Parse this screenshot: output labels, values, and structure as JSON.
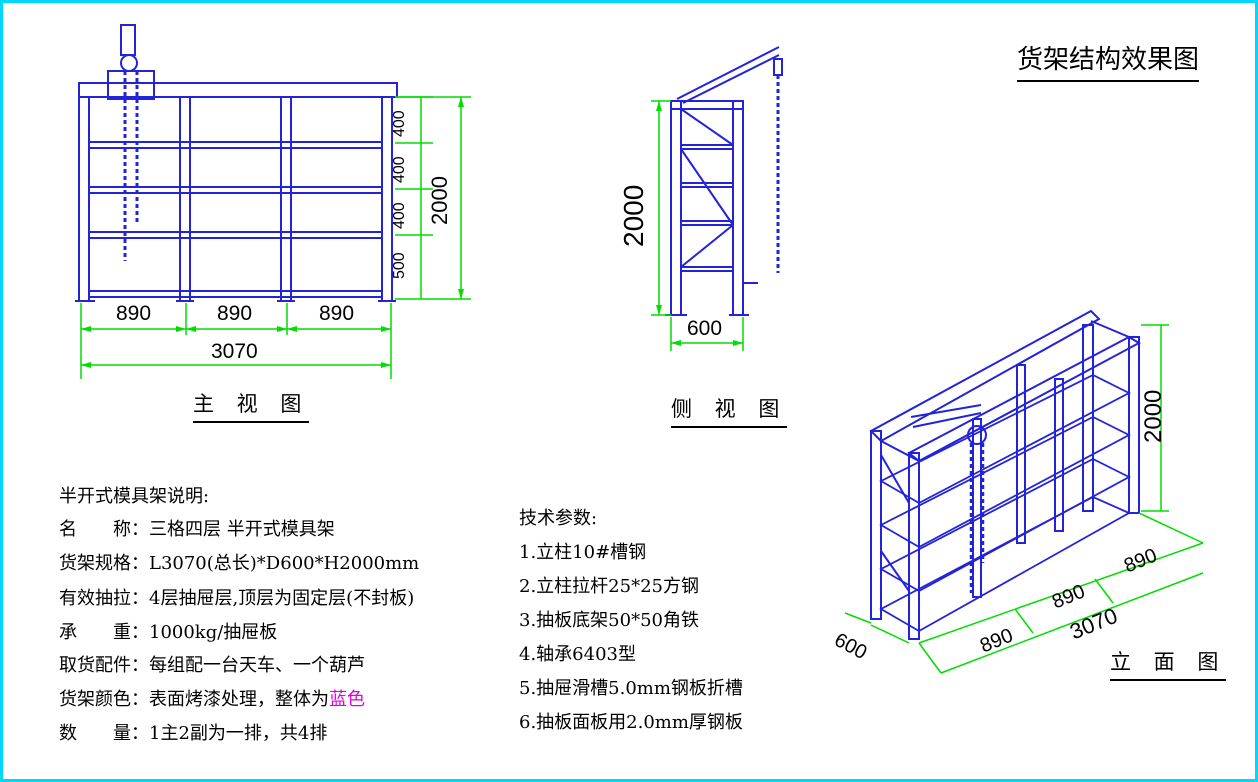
{
  "title": "货架结构效果图",
  "colors": {
    "frame": "#2323d8",
    "dimension": "#00dd00",
    "border": "#00d7ff",
    "highlight": "#e000e0"
  },
  "front_view": {
    "caption": "主 视 图",
    "bay_widths": [
      "890",
      "890",
      "890"
    ],
    "total_width": "3070",
    "tier_heights": [
      "400",
      "400",
      "400",
      "500"
    ],
    "total_height": "2000"
  },
  "side_view": {
    "caption": "侧 视 图",
    "height": "2000",
    "depth": "600"
  },
  "iso_view": {
    "caption": "立 面 图",
    "height": "2000",
    "depth": "600",
    "bays": [
      "890",
      "890",
      "890"
    ],
    "total": "3070"
  },
  "description": {
    "heading": "半开式模具架说明:",
    "rows": [
      {
        "key": "名　　称",
        "value": "三格四层 半开式模具架"
      },
      {
        "key": "货架规格",
        "value": "L3070(总长)*D600*H2000mm"
      },
      {
        "key": "有效抽拉",
        "value": "4层抽屉层,顶层为固定层(不封板)"
      },
      {
        "key": "承　　重",
        "value": "1000kg/抽屉板"
      },
      {
        "key": "取货配件",
        "value": "每组配一台天车、一个葫芦"
      },
      {
        "key": "货架颜色",
        "value": "表面烤漆处理，整体为",
        "highlight": "蓝色"
      },
      {
        "key": "数　　量",
        "value": "1主2副为一排，共4排"
      }
    ]
  },
  "tech": {
    "heading": "技术参数:",
    "items": [
      "1.立柱10#槽钢",
      "2.立柱拉杆25*25方钢",
      "3.抽板底架50*50角铁",
      "4.轴承6403型",
      "5.抽屉滑槽5.0mm钢板折槽",
      "6.抽板面板用2.0mm厚钢板"
    ]
  }
}
